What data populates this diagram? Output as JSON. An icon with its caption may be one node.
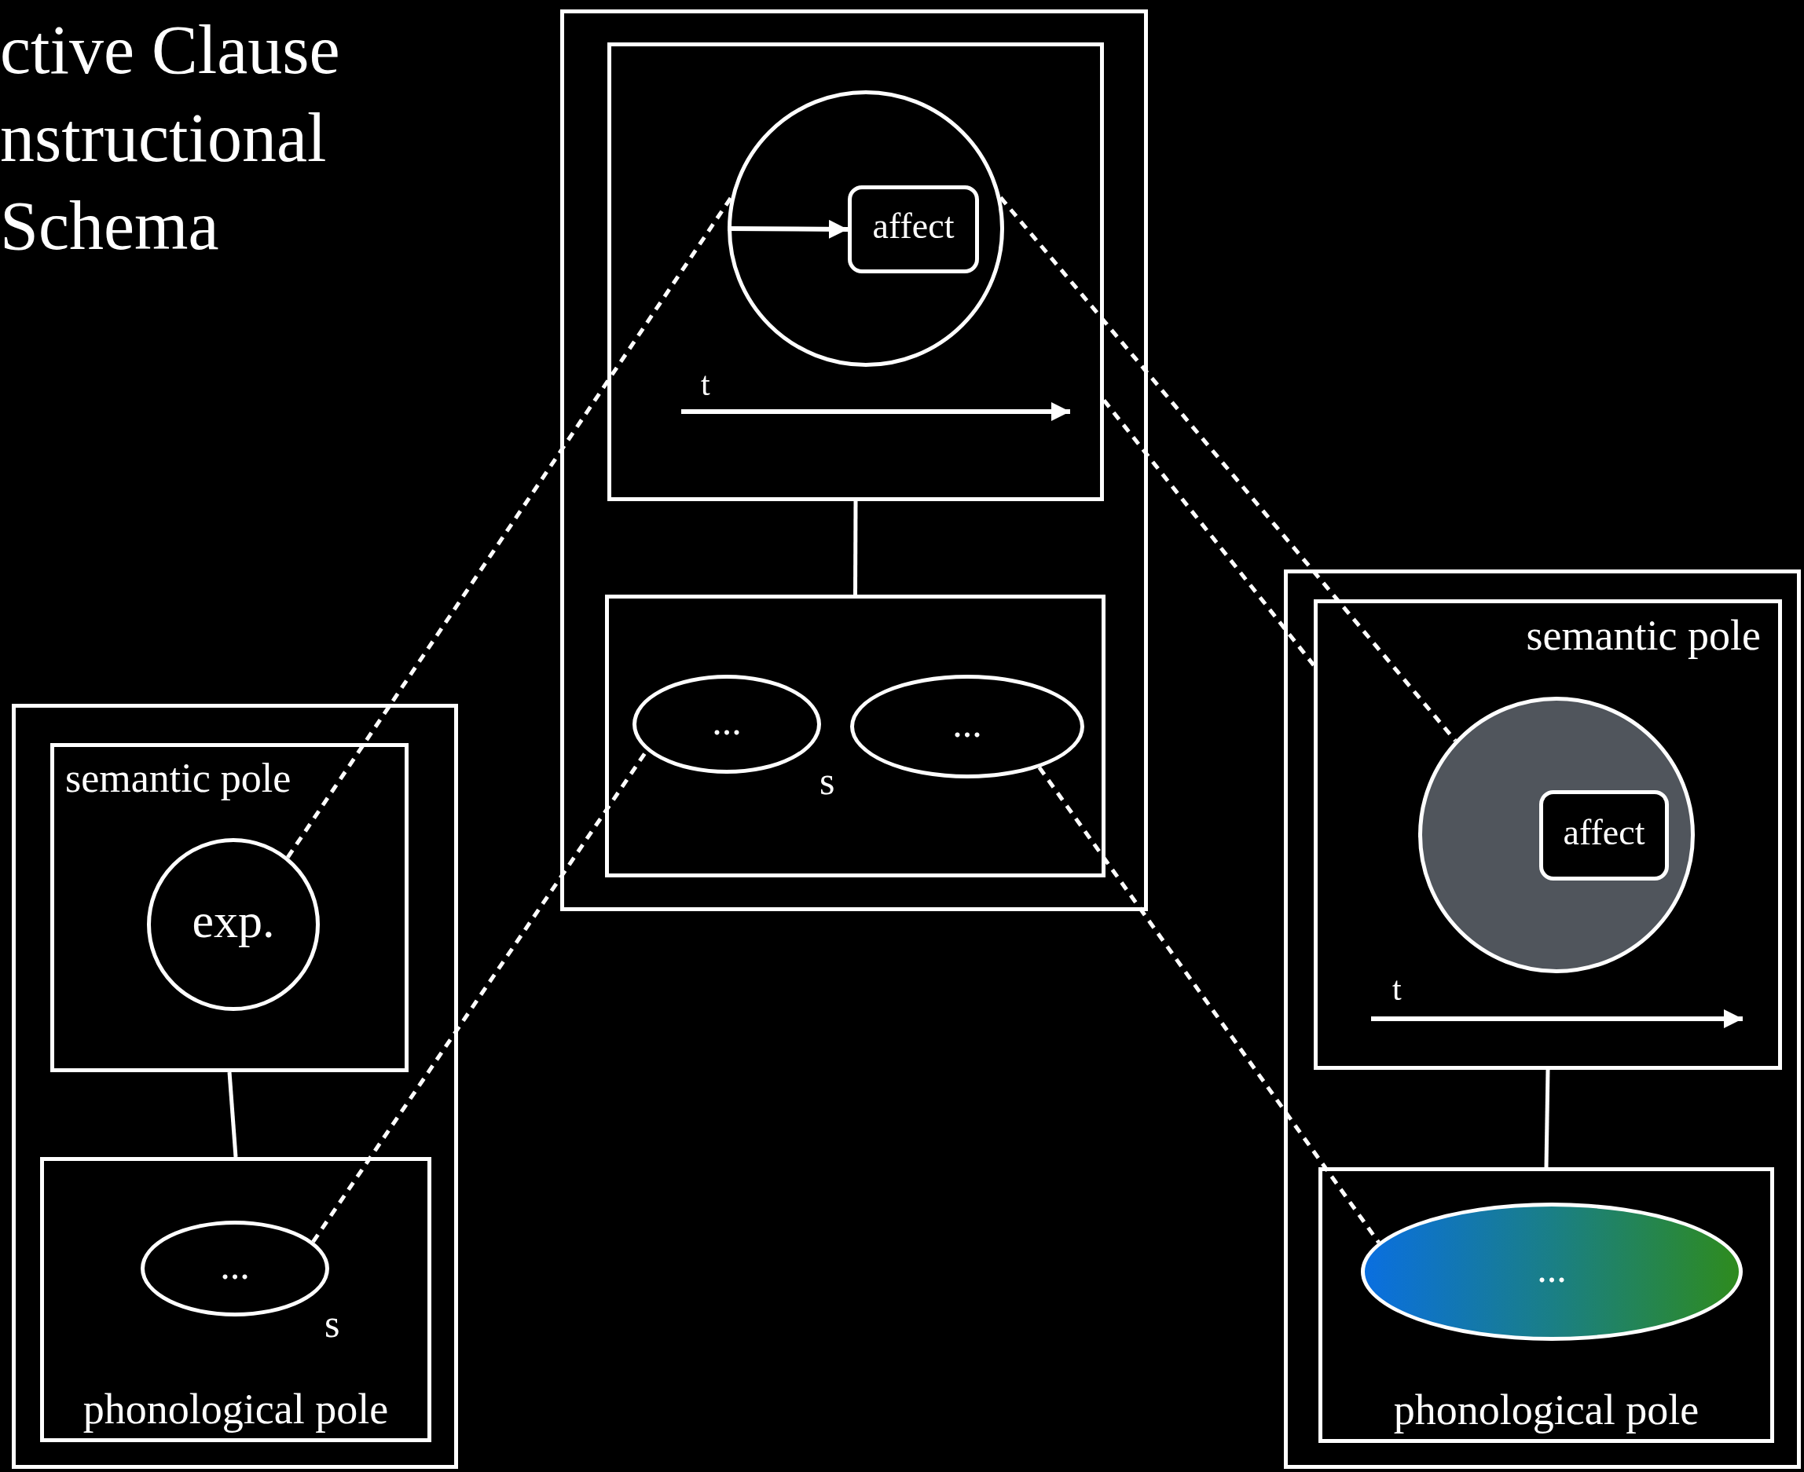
{
  "diagram": {
    "title": "ctive Clause nstructional Schema",
    "nodes": [
      {
        "text": [],
        "shape": "box"
      },
      {
        "text": [
          "semantic pole"
        ],
        "in": 0
      },
      {
        "text": [
          "exp."
        ],
        "in": 1
      },
      {
        "text": [
          "phonological pole"
        ],
        "in": 0
      },
      {
        "text": [
          "..."
        ],
        "in": 3,
        "beside": [
          "s"
        ]
      },
      {
        "text": [],
        "shape": "box"
      },
      {
        "text": [],
        "shape": "box",
        "in": 5
      },
      {
        "text": [],
        "shape": "circle",
        "in": 6
      },
      {
        "text": [
          "affect"
        ],
        "in": 7
      },
      {
        "text": [],
        "shape": "box",
        "in": 5
      },
      {
        "text": [
          "..."
        ],
        "in": 9,
        "beside": [
          "s"
        ]
      },
      {
        "text": [
          "..."
        ],
        "in": 9
      },
      {
        "text": [],
        "shape": "box"
      },
      {
        "text": [
          "semantic pole"
        ],
        "in": 12
      },
      {
        "text": [],
        "shape": "circle",
        "in": 13
      },
      {
        "text": [
          "affect"
        ],
        "in": 14
      },
      {
        "text": [
          "phonological pole"
        ],
        "in": 12
      },
      {
        "text": [
          "..."
        ],
        "in": 16
      }
    ],
    "edges": [
      {
        "from": 7,
        "to": 8,
        "arrow": "to"
      },
      {
        "from": 14,
        "to": 15,
        "arrow": "to"
      },
      {
        "from": 1,
        "to": 3,
        "arrow": "none"
      },
      {
        "from": 6,
        "to": 9,
        "arrow": "none"
      },
      {
        "from": 13,
        "to": 16,
        "arrow": "none"
      },
      {
        "from": 2,
        "to": 7,
        "arrow": "none",
        "style": "dashed"
      },
      {
        "from": 4,
        "to": 10,
        "arrow": "none",
        "style": "dashed"
      },
      {
        "from": 7,
        "to": 14,
        "arrow": "none",
        "style": "dashed"
      },
      {
        "from": 6,
        "to": 13,
        "arrow": "none",
        "style": "dashed"
      },
      {
        "from": 11,
        "to": 17,
        "arrow": "none",
        "style": "dashed"
      }
    ],
    "labels": [
      "t",
      "t"
    ]
  }
}
